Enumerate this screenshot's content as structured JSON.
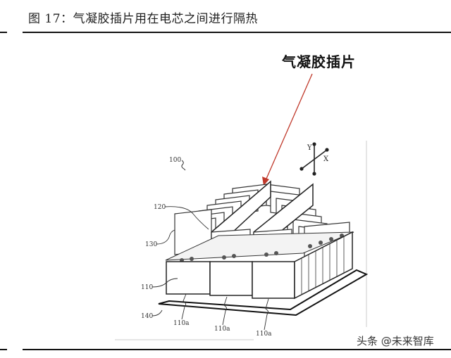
{
  "caption": "图 17：气凝胶插片用在电芯之间进行隔热",
  "figure": {
    "callout_label": "气凝胶插片",
    "arrow_color": "#c0392b",
    "ref_labels": {
      "assembly": "100",
      "insert": "120",
      "cell_end": "130",
      "cell": "110",
      "tray": "140",
      "cell_face_1": "110a",
      "cell_face_2": "110a",
      "cell_face_3": "110a"
    },
    "axes": {
      "y": "Y",
      "x": "X"
    }
  },
  "watermark": "头条 @未来智库"
}
